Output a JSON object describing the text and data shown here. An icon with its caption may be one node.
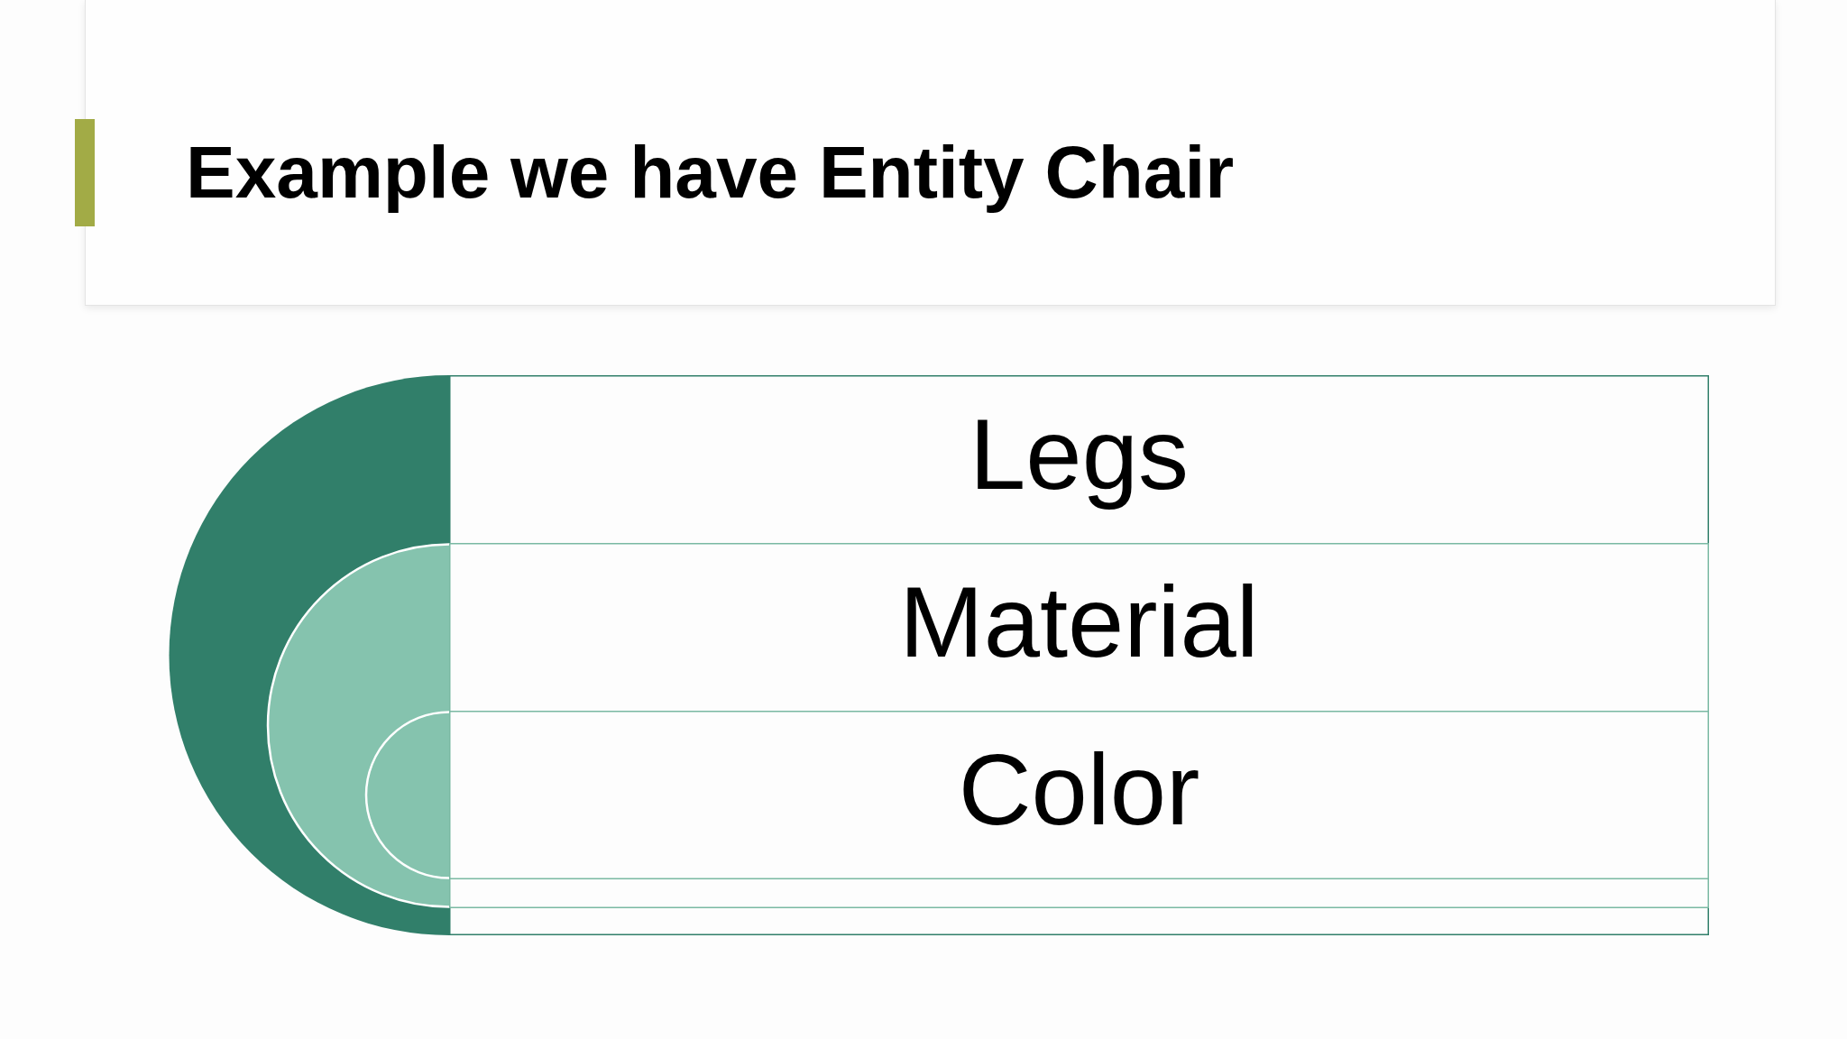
{
  "diagram": {
    "title": "Example we have Entity Chair",
    "nodes": [
      {
        "text": [
          "Legs"
        ]
      },
      {
        "text": [
          "Material"
        ],
        "in": 0
      },
      {
        "text": [
          "Color"
        ],
        "in": 1
      }
    ]
  }
}
